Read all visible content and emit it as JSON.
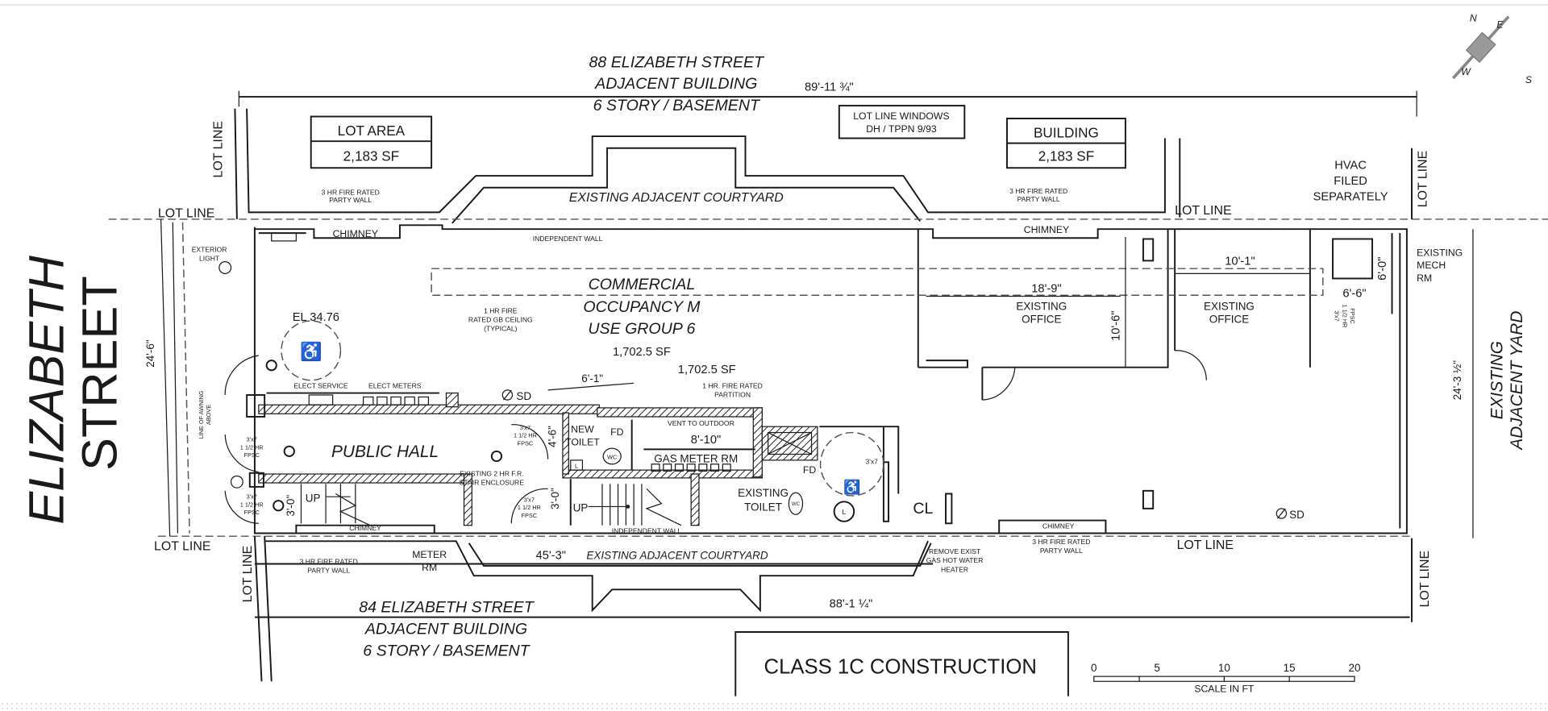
{
  "adjacent_top": {
    "address": "88 ELIZABETH STREET",
    "type": "ADJACENT BUILDING",
    "stories": "6 STORY / BASEMENT"
  },
  "adjacent_bottom": {
    "address": "84 ELIZABETH STREET",
    "type": "ADJACENT BUILDING",
    "stories": "6 STORY / BASEMENT"
  },
  "street": {
    "line1": "ELIZABETH",
    "line2": "STREET"
  },
  "rear_yard": {
    "line1": "EXISTING",
    "line2": "ADJACENT YARD"
  },
  "lot_area": {
    "label": "LOT AREA",
    "value": "2,183 SF"
  },
  "building_area": {
    "label": "BUILDING",
    "value": "2,183 SF"
  },
  "lot_line_windows": {
    "line1": "LOT LINE WINDOWS",
    "line2": "DH / TPPN 9/93"
  },
  "hvac": {
    "line1": "HVAC",
    "line2": "FILED",
    "line3": "SEPARATELY"
  },
  "lot_line": "LOT LINE",
  "party_wall": {
    "line1": "3 HR FIRE RATED",
    "line2": "PARTY WALL"
  },
  "chimney": "CHIMNEY",
  "independent_wall": "INDEPENDENT WALL",
  "courtyard": "EXISTING ADJACENT COURTYARD",
  "commercial": {
    "line1": "COMMERCIAL",
    "line2": "OCCUPANCY M",
    "line3": "USE GROUP 6",
    "area": "1,702.5 SF",
    "area2": "1,702.5 SF"
  },
  "ceiling_note": {
    "line1": "1 HR FIRE",
    "line2": "RATED GB CEILING",
    "line3": "(TYPICAL)"
  },
  "partition_note": {
    "line1": "1 HR. FIRE RATED",
    "line2": "PARTITION"
  },
  "elevation": "EL 34.76",
  "exterior_light": {
    "line1": "EXTERIOR",
    "line2": "LIGHT"
  },
  "awning": {
    "line1": "LINE OF AWNING",
    "line2": "ABOVE"
  },
  "elect_service": "ELECT SERVICE",
  "elect_meters": "ELECT METERS",
  "smoke_detector": "SD",
  "public_hall": "PUBLIC HALL",
  "new_toilet": {
    "line1": "NEW",
    "line2": "TOILET"
  },
  "floor_drain": "FD",
  "vent": "VENT TO OUTDOOR",
  "gas_meter_room": "GAS METER RM",
  "stair_enclosure": {
    "line1": "EXISTING 2 HR F.R.",
    "line2": "STAIR ENCLOSURE"
  },
  "door_note": {
    "line1": "3'x7",
    "line2": "1 1/2 HR",
    "line3": "FPSC"
  },
  "door_small": "3'x7",
  "up": "UP",
  "existing_toilet": {
    "line1": "EXISTING",
    "line2": "TOILET"
  },
  "wc": "WC",
  "lav": "L",
  "closet": "CL",
  "meter_room": {
    "line1": "METER",
    "line2": "RM"
  },
  "water_heater": {
    "line1": "REMOVE EXIST",
    "line2": "GAS HOT WATER",
    "line3": "HEATER"
  },
  "existing_office": {
    "line1": "EXISTING",
    "line2": "OFFICE"
  },
  "mech_room": {
    "line1": "EXISTING",
    "line2": "MECH",
    "line3": "RM"
  },
  "dimensions": {
    "top_length": "89'-11 ¾\"",
    "bottom_length": "88'-1 ¼\"",
    "front_width": "24'-6\"",
    "rear_width": "24'-3 ½\"",
    "hall_opening": "6'-1\"",
    "gas_room": "8'-10\"",
    "toilet_depth": "4'-6\"",
    "stair_width_1": "3'-0\"",
    "stair_width_2": "3'-0\"",
    "courtyard_length": "45'-3\"",
    "office_1": "18'-9\"",
    "office_2": "10'-1\"",
    "office_depth": "10'-6\"",
    "mech_depth": "6'-0\"",
    "mech_width": "6'-6\""
  },
  "construction_class": "CLASS  1C CONSTRUCTION",
  "scale": {
    "ticks": [
      "0",
      "5",
      "10",
      "15",
      "20"
    ],
    "label": "SCALE IN FT"
  },
  "compass": {
    "n": "N",
    "e": "E",
    "s": "S",
    "w": "W"
  }
}
